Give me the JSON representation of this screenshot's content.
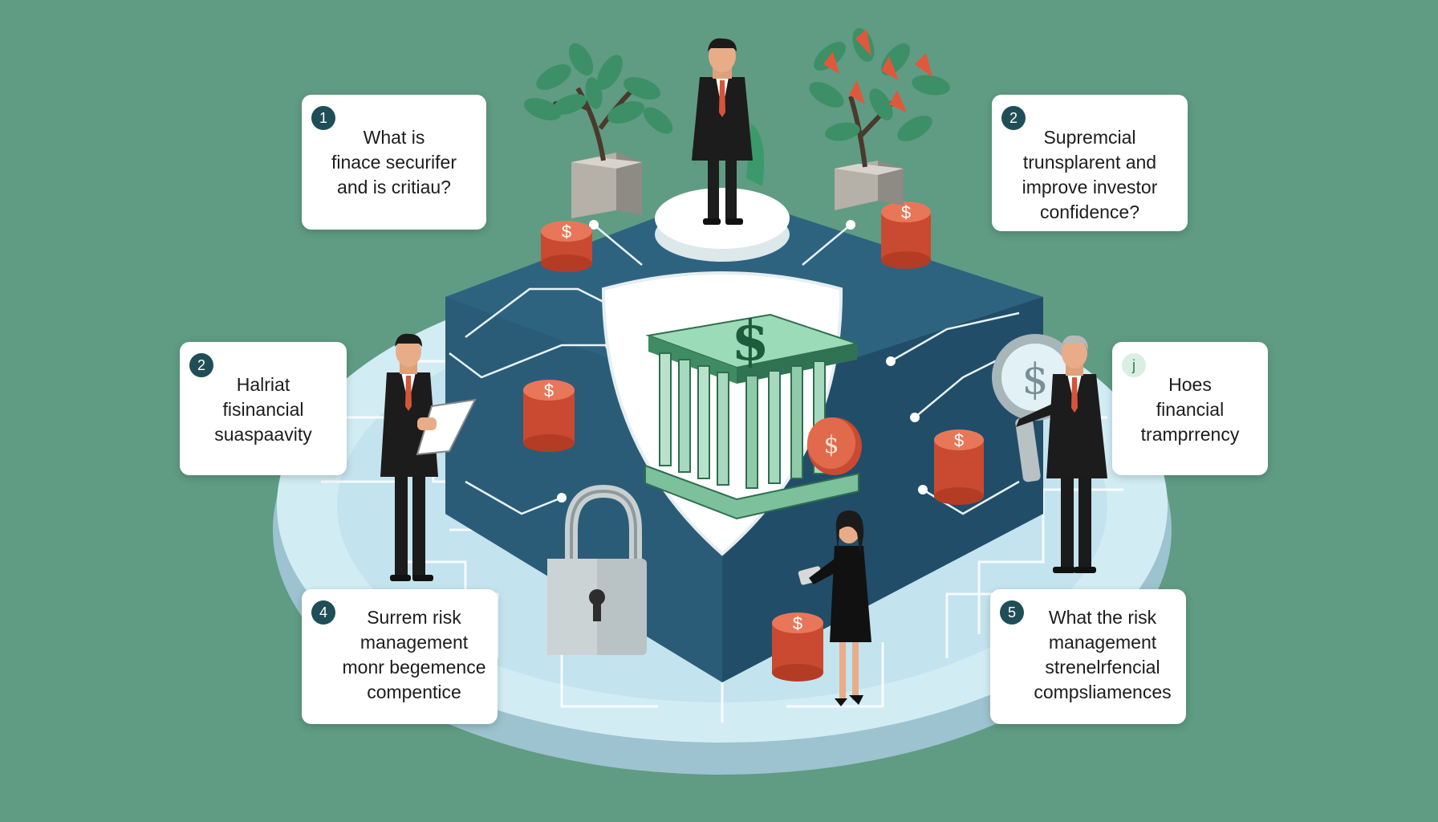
{
  "colors": {
    "background": "#5f9c83",
    "platform": "#c9e6f0",
    "block": "#2c5c79",
    "shield": "#ffffff",
    "coin": "#d4573b",
    "number_badge": "#1f4e57"
  },
  "cards": [
    {
      "number": "1",
      "text": "What is\nfinace securifer\nand is critiau?"
    },
    {
      "number": "2",
      "text": "Supremcial\ntrunsplarent and\nimprove investor\nconfidence?"
    },
    {
      "number": "2",
      "text": "Halriat\nfisinancial\nsuaspaavity"
    },
    {
      "number": "j",
      "text": "Hoes\nfinancial\ntramprrency"
    },
    {
      "number": "4",
      "text": "Surrem risk\nmanagement\nmonr begemence\ncompentice"
    },
    {
      "number": "5",
      "text": "What the risk\nmanagement\nstrenelrfencial\ncompsliamences"
    }
  ],
  "icons": {
    "bank": "bank-dollar-icon",
    "shield": "shield-icon",
    "lock": "padlock-icon",
    "magnifier": "magnifying-glass-icon",
    "coin": "dollar-coin-icon",
    "tree": "potted-tree-icon"
  },
  "coin_symbol": "$"
}
